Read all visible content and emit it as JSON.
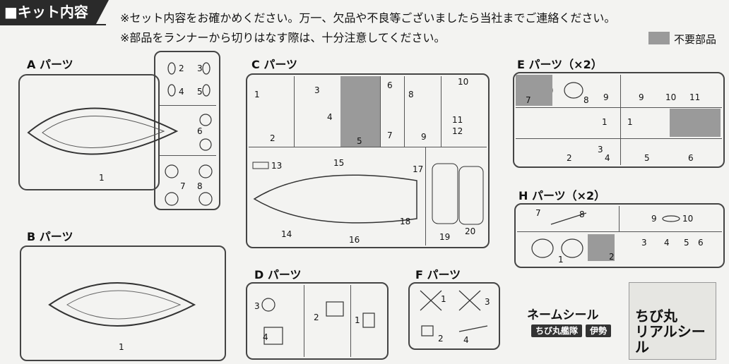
{
  "header": {
    "title": "■キット内容",
    "notes": [
      "※セット内容をお確かめください。万一、欠品や不良等ございましたら当社までご連絡ください。",
      "※部品をランナーから切りはなす際は、十分注意してください。"
    ],
    "legend_label": "不要部品"
  },
  "sections": {
    "A": {
      "label": "A パーツ",
      "numbers": [
        "1",
        "2",
        "3",
        "4",
        "5",
        "6",
        "7",
        "8"
      ]
    },
    "B": {
      "label": "B パーツ",
      "numbers": [
        "1"
      ]
    },
    "C": {
      "label": "C パーツ",
      "numbers": [
        "1",
        "2",
        "3",
        "4",
        "5",
        "6",
        "7",
        "8",
        "9",
        "10",
        "11",
        "12",
        "13",
        "14",
        "15",
        "16",
        "17",
        "18",
        "19",
        "20"
      ]
    },
    "D": {
      "label": "D パーツ",
      "numbers": [
        "1",
        "2",
        "3",
        "4"
      ]
    },
    "E": {
      "label": "E パーツ（×2）",
      "numbers": [
        "7",
        "8",
        "9",
        "9",
        "10",
        "11",
        "1",
        "1",
        "2",
        "3",
        "4",
        "5",
        "6"
      ]
    },
    "F": {
      "label": "F パーツ",
      "numbers": [
        "1",
        "2",
        "3",
        "4"
      ]
    },
    "H": {
      "label": "H パーツ（×2）",
      "numbers": [
        "7",
        "8",
        "9",
        "10",
        "1",
        "2",
        "3",
        "4",
        "5",
        "6"
      ]
    }
  },
  "name_sticker": {
    "title": "ネームシール",
    "badge_left": "ちび丸艦隊",
    "badge_right": "伊勢"
  },
  "real_sticker": {
    "line1": "ちび丸",
    "line2": "リアルシール"
  }
}
